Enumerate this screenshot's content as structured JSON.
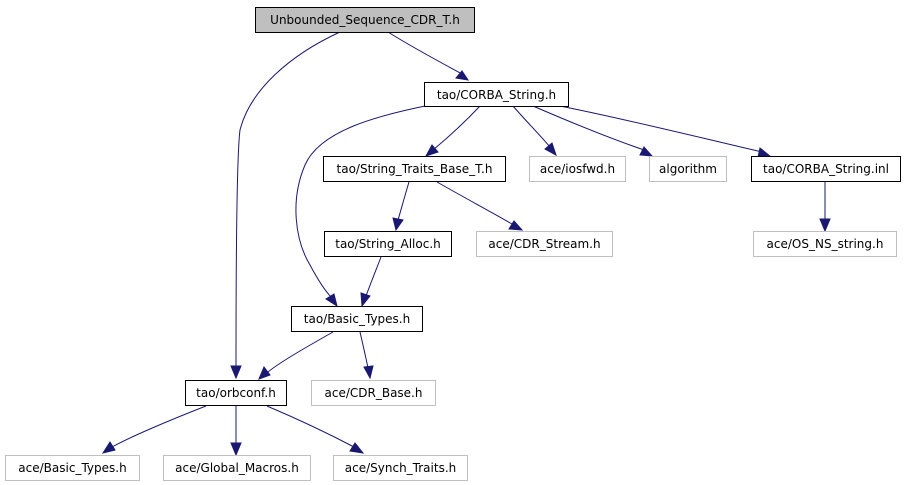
{
  "diagram": {
    "type": "include-dependency-graph",
    "colors": {
      "edge": "#191970",
      "root_fill": "#bfbfbf",
      "documented_border": "#000000",
      "external_border": "#bfbfbf"
    },
    "nodes": [
      {
        "id": "root",
        "label": "Unbounded_Sequence_CDR_T.h",
        "kind": "root"
      },
      {
        "id": "corba_string_h",
        "label": "tao/CORBA_String.h",
        "kind": "documented"
      },
      {
        "id": "string_traits_base",
        "label": "tao/String_Traits_Base_T.h",
        "kind": "documented"
      },
      {
        "id": "iosfwd",
        "label": "ace/iosfwd.h",
        "kind": "external"
      },
      {
        "id": "algorithm",
        "label": "algorithm",
        "kind": "external"
      },
      {
        "id": "corba_string_inl",
        "label": "tao/CORBA_String.inl",
        "kind": "documented"
      },
      {
        "id": "string_alloc",
        "label": "tao/String_Alloc.h",
        "kind": "documented"
      },
      {
        "id": "cdr_stream",
        "label": "ace/CDR_Stream.h",
        "kind": "external"
      },
      {
        "id": "os_ns_string",
        "label": "ace/OS_NS_string.h",
        "kind": "external"
      },
      {
        "id": "tao_basic_types",
        "label": "tao/Basic_Types.h",
        "kind": "documented"
      },
      {
        "id": "orbconf",
        "label": "tao/orbconf.h",
        "kind": "documented"
      },
      {
        "id": "cdr_base",
        "label": "ace/CDR_Base.h",
        "kind": "external"
      },
      {
        "id": "ace_basic_types",
        "label": "ace/Basic_Types.h",
        "kind": "external"
      },
      {
        "id": "global_macros",
        "label": "ace/Global_Macros.h",
        "kind": "external"
      },
      {
        "id": "synch_traits",
        "label": "ace/Synch_Traits.h",
        "kind": "external"
      }
    ],
    "edges": [
      {
        "from": "root",
        "to": "corba_string_h"
      },
      {
        "from": "root",
        "to": "orbconf"
      },
      {
        "from": "corba_string_h",
        "to": "tao_basic_types"
      },
      {
        "from": "corba_string_h",
        "to": "string_traits_base"
      },
      {
        "from": "corba_string_h",
        "to": "iosfwd"
      },
      {
        "from": "corba_string_h",
        "to": "algorithm"
      },
      {
        "from": "corba_string_h",
        "to": "corba_string_inl"
      },
      {
        "from": "string_traits_base",
        "to": "string_alloc"
      },
      {
        "from": "string_traits_base",
        "to": "cdr_stream"
      },
      {
        "from": "corba_string_inl",
        "to": "os_ns_string"
      },
      {
        "from": "string_alloc",
        "to": "tao_basic_types"
      },
      {
        "from": "tao_basic_types",
        "to": "orbconf"
      },
      {
        "from": "tao_basic_types",
        "to": "cdr_base"
      },
      {
        "from": "orbconf",
        "to": "ace_basic_types"
      },
      {
        "from": "orbconf",
        "to": "global_macros"
      },
      {
        "from": "orbconf",
        "to": "synch_traits"
      }
    ]
  }
}
